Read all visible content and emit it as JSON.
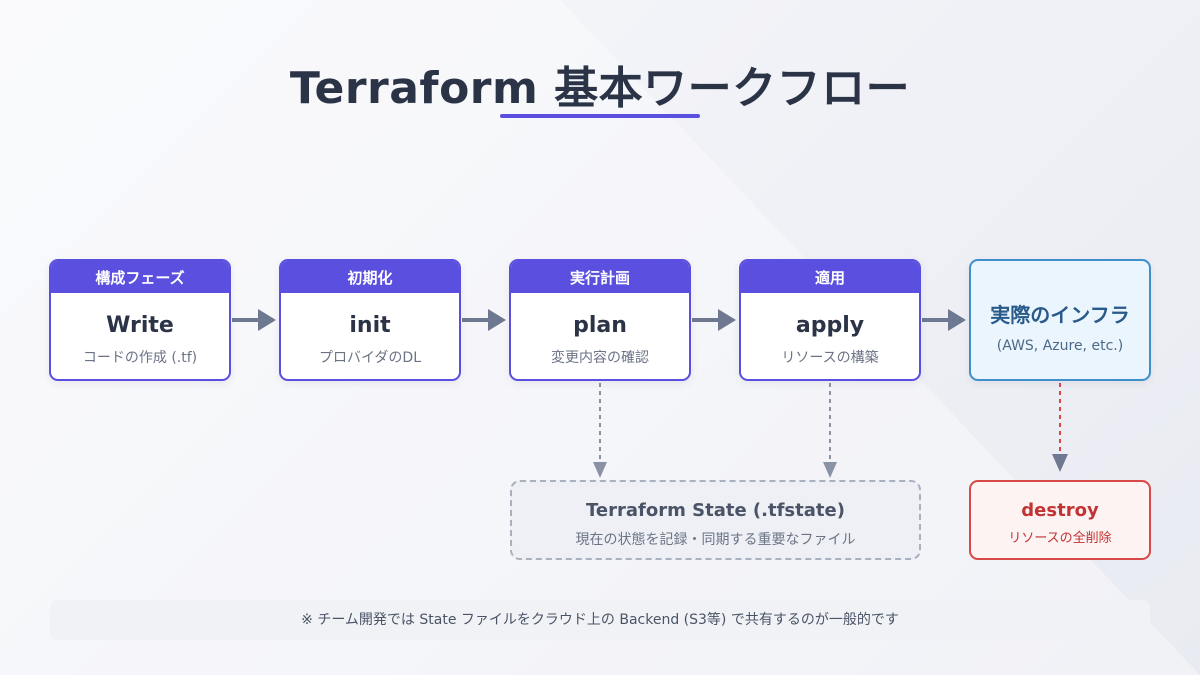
{
  "title": "Terraform 基本ワークフロー",
  "steps": [
    {
      "phase": "構成フェーズ",
      "name": "Write",
      "desc": "コードの作成 (.tf)"
    },
    {
      "phase": "初期化",
      "name": "init",
      "desc": "プロバイダのDL"
    },
    {
      "phase": "実行計画",
      "name": "plan",
      "desc": "変更内容の確認"
    },
    {
      "phase": "適用",
      "name": "apply",
      "desc": "リソースの構築"
    }
  ],
  "infra": {
    "name": "実際のインフラ",
    "sub": "(AWS, Azure, etc.)"
  },
  "state": {
    "name": "Terraform State (.tfstate)",
    "sub": "現在の状態を記録・同期する重要なファイル"
  },
  "destroy": {
    "name": "destroy",
    "sub": "リソースの全削除"
  },
  "note": "※ チーム開発では State ファイルをクラウド上の Backend (S3等) で共有するのが一般的です",
  "colors": {
    "accent": "#5b4fe0",
    "infra_border": "#3f8fcb",
    "destroy": "#d94848",
    "arrow": "#6e7890"
  }
}
